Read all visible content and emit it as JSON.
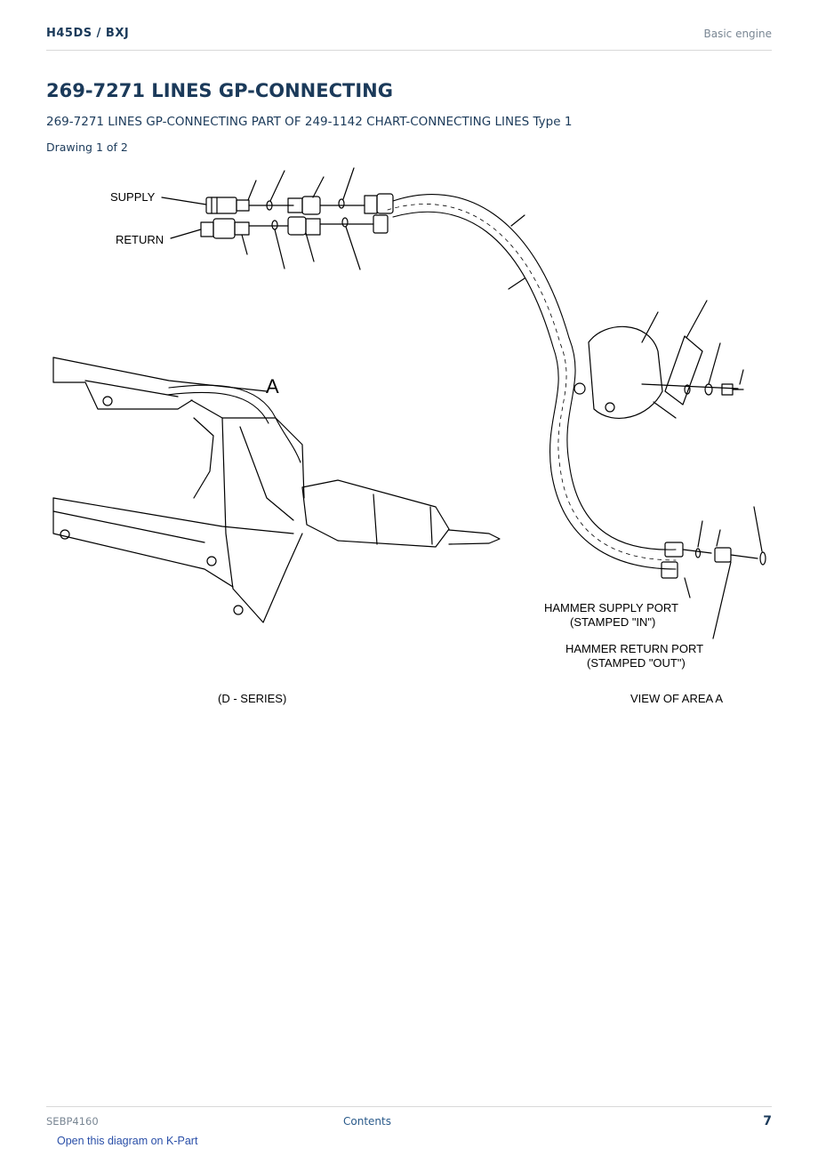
{
  "header": {
    "model": "H45DS  /  BXJ",
    "section": "Basic engine"
  },
  "title": "269-7271 LINES GP-CONNECTING",
  "subtitle": "269-7271 LINES GP-CONNECTING PART OF 249-1142 CHART-CONNECTING LINES Type 1",
  "drawing_count": "Drawing 1 of 2",
  "diagram": {
    "labels": {
      "supply": "SUPPLY",
      "return": "RETURN",
      "area_marker": "A",
      "hammer_supply_port": "HAMMER SUPPLY PORT",
      "stamped_in": "(STAMPED \"IN\")",
      "hammer_return_port": "HAMMER RETURN PORT",
      "stamped_out": "(STAMPED \"OUT\")",
      "series": "(D - SERIES)",
      "view_area": "VIEW OF AREA A"
    }
  },
  "footer": {
    "doc_id": "SEBP4160",
    "contents_link": "Contents",
    "page_number": "7",
    "kpart_link": "Open this diagram on K-Part"
  }
}
